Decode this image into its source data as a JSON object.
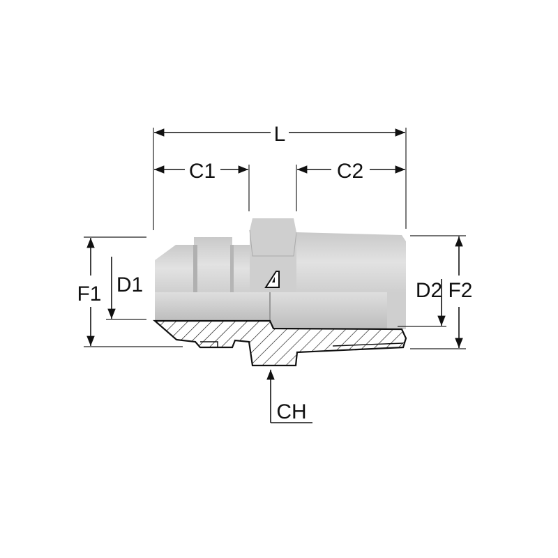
{
  "diagram": {
    "labels": {
      "L": "L",
      "C1": "C1",
      "C2": "C2",
      "F1": "F1",
      "D1": "D1",
      "D2": "D2",
      "F2": "F2",
      "CH": "CH"
    },
    "colors": {
      "body": "#d9d9d9",
      "shadow": "#b8b8b8",
      "line": "#111111"
    }
  }
}
